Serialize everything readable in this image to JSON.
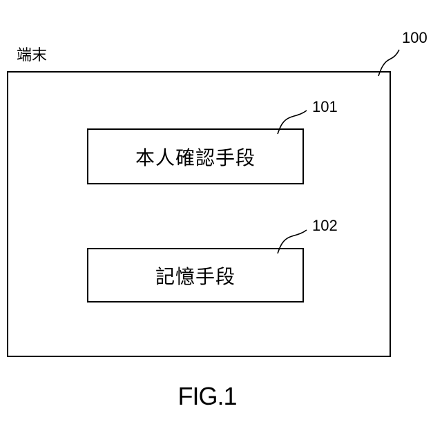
{
  "diagram": {
    "outer": {
      "label": "端末",
      "ref": "100"
    },
    "blocks": [
      {
        "ref": "101",
        "label": "本人確認手段"
      },
      {
        "ref": "102",
        "label": "記憶手段"
      }
    ],
    "caption": "FIG.1",
    "line_color": "#000000"
  }
}
